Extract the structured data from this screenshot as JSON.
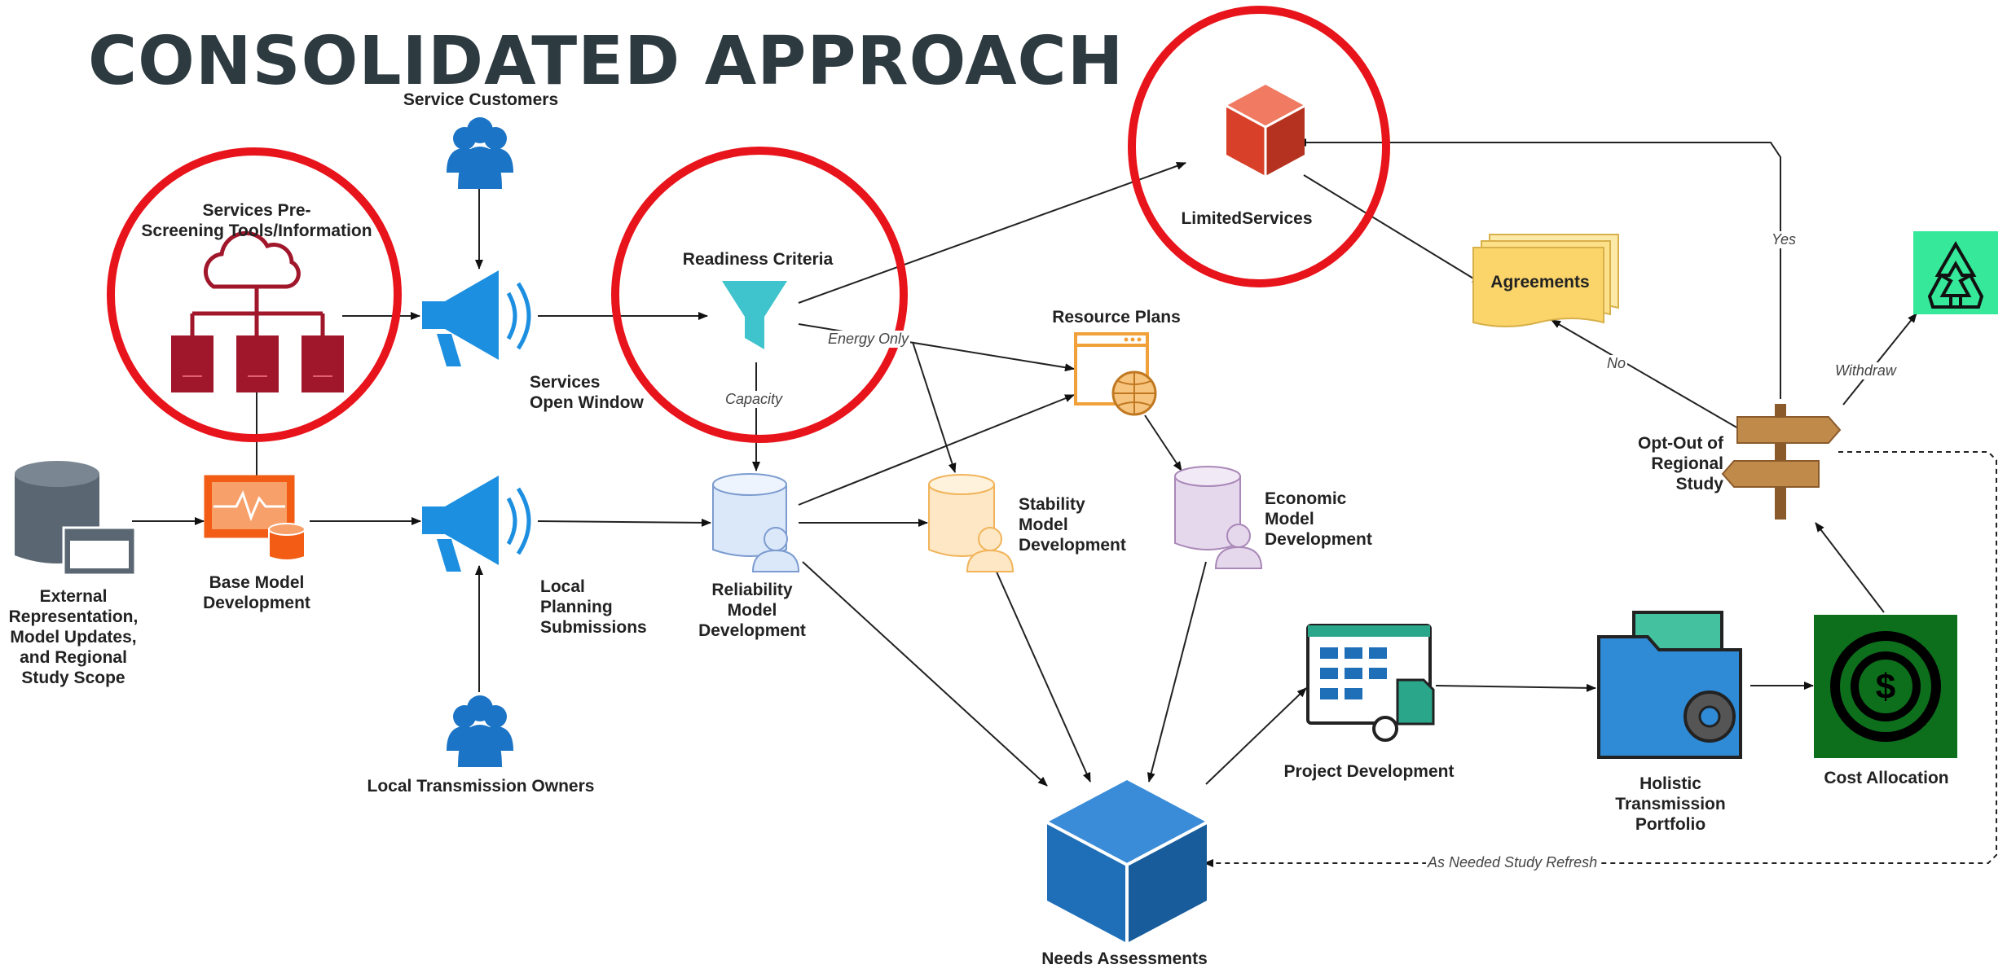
{
  "title": "CONSOLIDATED APPROACH",
  "nodes": {
    "service_customers": "Service Customers",
    "prescreen": "Services Pre-\nScreening Tools/Information",
    "readiness": "Readiness Criteria",
    "limited_services": "LimitedServices",
    "agreements": "Agreements",
    "resource_plans": "Resource Plans",
    "open_window": "Services\nOpen Window",
    "external": "External\nRepresentation,\nModel Updates,\nand Regional\nStudy Scope",
    "base_model": "Base Model\nDevelopment",
    "local_planning": "Local\nPlanning\nSubmissions",
    "reliability": "Reliability\nModel\nDevelopment",
    "stability": "Stability\nModel\nDevelopment",
    "economic": "Economic\nModel\nDevelopment",
    "opt_out": "Opt-Out of\nRegional\nStudy",
    "local_owners": "Local Transmission Owners",
    "project_dev": "Project Development",
    "holistic": "Holistic\nTransmission\nPortfolio",
    "cost_allocation": "Cost Allocation",
    "needs": "Needs Assessments"
  },
  "edge_labels": {
    "energy_only": "Energy Only",
    "capacity": "Capacity",
    "yes": "Yes",
    "no": "No",
    "withdraw": "Withdraw",
    "refresh": "As Needed Study Refresh"
  },
  "colors": {
    "highlight": "#e8141b",
    "people": "#1b74c5",
    "megaphone": "#1d8fe0",
    "server": "#a0162a",
    "funnel": "#3fc3cc",
    "red_cube": "#d9402a",
    "blue_cube": "#1f6fb8",
    "agreements": "#fbd56a",
    "recycle_bg": "#35e89a",
    "cost_bg": "#0d6e1c"
  }
}
